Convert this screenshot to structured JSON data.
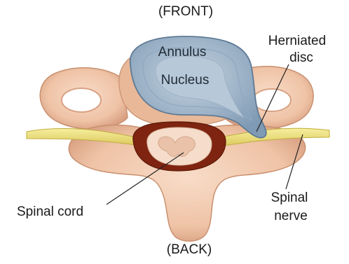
{
  "labels": {
    "front": "(FRONT)",
    "back": "(BACK)",
    "annulus": "Annulus",
    "nucleus": "Nucleus",
    "herniated_line1": "Herniated",
    "herniated_line2": "disc",
    "spinal_cord": "Spinal cord",
    "spinal_nerve_line1": "Spinal",
    "spinal_nerve_line2": "nerve"
  },
  "colors": {
    "bone": "#f1c9ad",
    "bone_shadow": "#d9a488",
    "disc_outer": "#8ea7bf",
    "disc_inner": "#b9cad9",
    "canal": "#8a2a12",
    "cord": "#f4d8c4",
    "nerve": "#eedf7a",
    "nerve_edge": "#c8b642"
  }
}
